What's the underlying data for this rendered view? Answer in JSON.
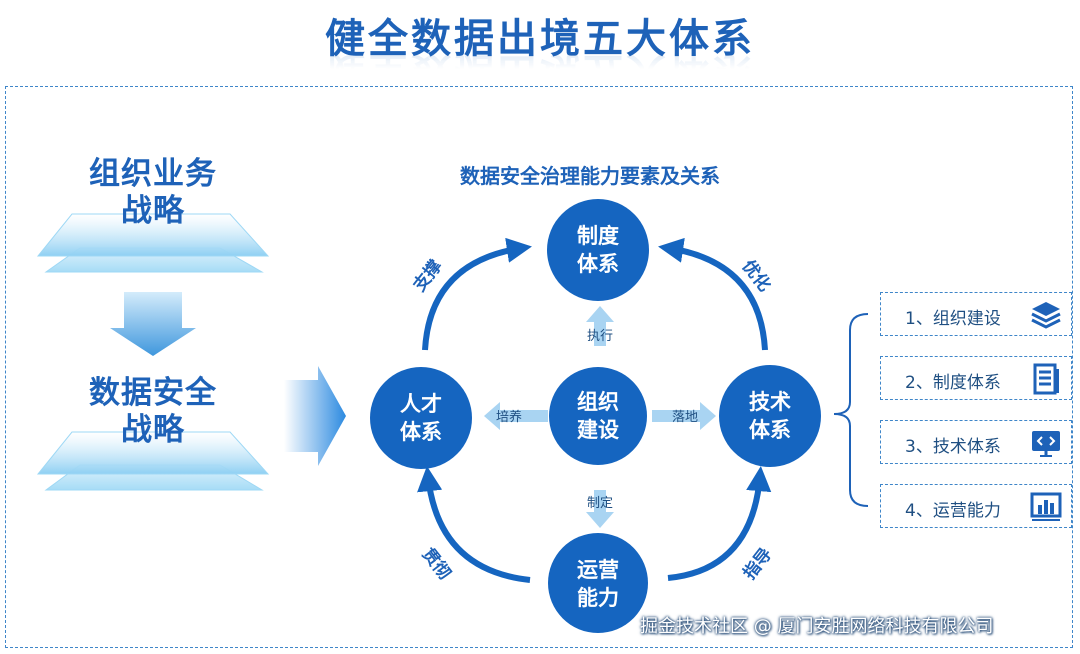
{
  "title": "健全数据出境五大体系",
  "left": {
    "top_lines": [
      "组织业务",
      "战略"
    ],
    "bottom_lines": [
      "数据安全",
      "战略"
    ]
  },
  "center": {
    "subtitle": "数据安全治理能力要素及关系",
    "nodes": {
      "top": [
        "制度",
        "体系"
      ],
      "left": [
        "人才",
        "体系"
      ],
      "center": [
        "组织",
        "建设"
      ],
      "right": [
        "技术",
        "体系"
      ],
      "bottom": [
        "运营",
        "能力"
      ]
    },
    "inner_labels": {
      "up": "执行",
      "left": "培养",
      "right": "落地",
      "down": "制定"
    },
    "arc_labels": {
      "top_left": "支撑",
      "top_right": "优化",
      "bottom_left": "贯彻",
      "bottom_right": "指导"
    }
  },
  "right_items": [
    {
      "label": "1、组织建设",
      "icon": "layers-icon"
    },
    {
      "label": "2、制度体系",
      "icon": "document-icon"
    },
    {
      "label": "3、技术体系",
      "icon": "code-monitor-icon"
    },
    {
      "label": "4、运营能力",
      "icon": "bar-chart-icon"
    }
  ],
  "watermark": "掘金技术社区 @ 厦门安胜网络科技有限公司",
  "colors": {
    "primary": "#1e62b8",
    "circle": "#1565c0",
    "light_arrow": "#a9d4f2",
    "border": "#3f86c9"
  }
}
